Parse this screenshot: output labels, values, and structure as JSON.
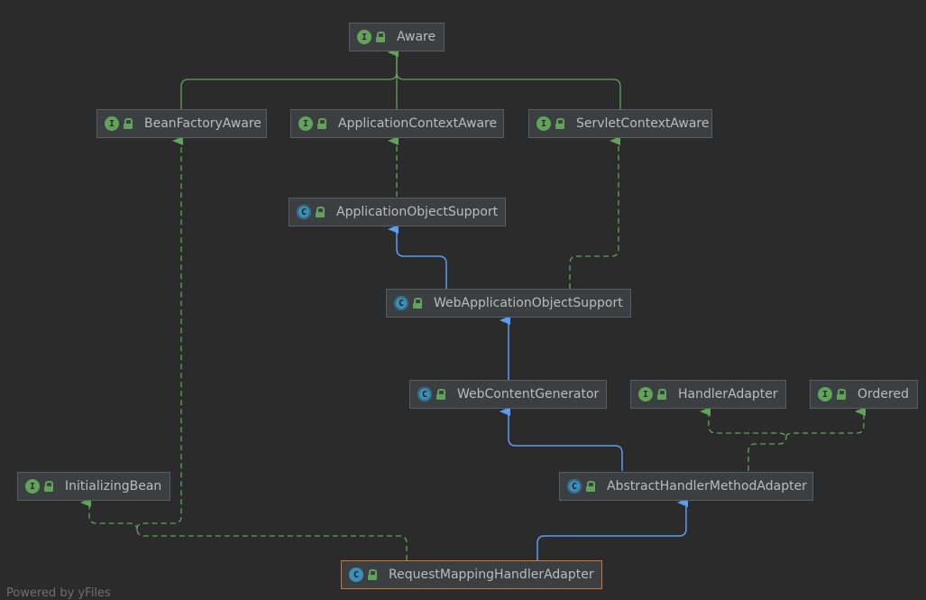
{
  "nodes": {
    "aware": {
      "label": "Aware",
      "kind": "interface",
      "kind_glyph": "I"
    },
    "bean_factory_aware": {
      "label": "BeanFactoryAware",
      "kind": "interface",
      "kind_glyph": "I"
    },
    "application_context_aware": {
      "label": "ApplicationContextAware",
      "kind": "interface",
      "kind_glyph": "I"
    },
    "servlet_context_aware": {
      "label": "ServletContextAware",
      "kind": "interface",
      "kind_glyph": "I"
    },
    "application_object_support": {
      "label": "ApplicationObjectSupport",
      "kind": "abstract",
      "kind_glyph": "C"
    },
    "web_application_object_support": {
      "label": "WebApplicationObjectSupport",
      "kind": "abstract",
      "kind_glyph": "C"
    },
    "web_content_generator": {
      "label": "WebContentGenerator",
      "kind": "abstract",
      "kind_glyph": "C"
    },
    "handler_adapter": {
      "label": "HandlerAdapter",
      "kind": "interface",
      "kind_glyph": "I"
    },
    "ordered": {
      "label": "Ordered",
      "kind": "interface",
      "kind_glyph": "I"
    },
    "initializing_bean": {
      "label": "InitializingBean",
      "kind": "interface",
      "kind_glyph": "I"
    },
    "abstract_handler_method_adapter": {
      "label": "AbstractHandlerMethodAdapter",
      "kind": "abstract",
      "kind_glyph": "C"
    },
    "request_mapping_handler_adapter": {
      "label": "RequestMappingHandlerAdapter",
      "kind": "class",
      "kind_glyph": "C"
    }
  },
  "colors": {
    "extends": "#589df6",
    "implements": "#62a35a",
    "selected_border": "#cc7832"
  },
  "footer": "Powered by yFiles"
}
